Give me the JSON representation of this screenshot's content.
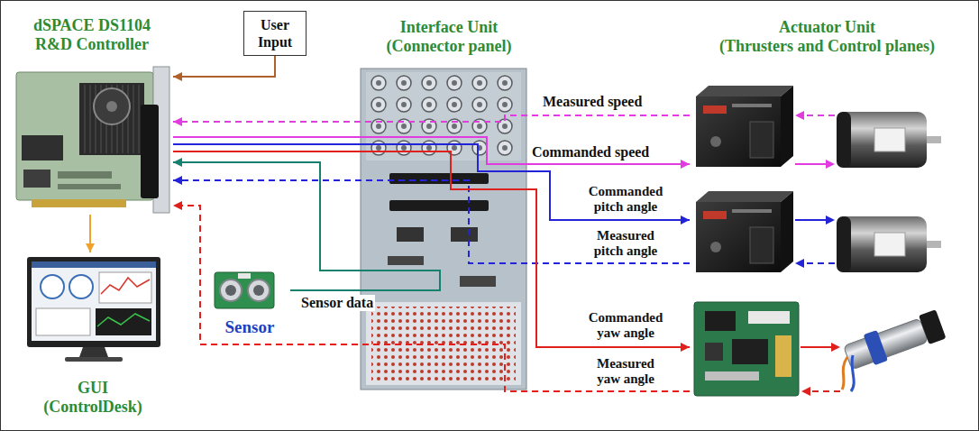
{
  "diagram": {
    "nodes": [
      {
        "text": [
          "dSPACE DS1104 R&D Controller"
        ]
      },
      {
        "text": [
          "User Input"
        ]
      },
      {
        "text": [
          "Interface Unit",
          "(Connector panel)"
        ]
      },
      {
        "text": [
          "Actuator Unit",
          "(Thrusters and Control planes)"
        ]
      },
      {
        "text": [
          "Sensor"
        ]
      },
      {
        "text": [
          "GUI",
          "(ControlDesk)"
        ]
      }
    ],
    "edges": [
      {
        "from": 1,
        "to": 0,
        "arrow": "to"
      },
      {
        "from": 0,
        "to": 5,
        "arrow": "to"
      },
      {
        "from": 3,
        "to": 0,
        "label": "Measured speed",
        "arrow": "to"
      },
      {
        "from": 0,
        "to": 3,
        "label": "Commanded speed",
        "arrow": "to"
      },
      {
        "from": 0,
        "to": 3,
        "label": "Commanded pitch angle",
        "arrow": "to"
      },
      {
        "from": 3,
        "to": 0,
        "label": "Measured pitch angle",
        "arrow": "to"
      },
      {
        "from": 4,
        "to": 0,
        "label": "Sensor data",
        "arrow": "to"
      },
      {
        "from": 0,
        "to": 3,
        "label": "Commanded yaw angle",
        "arrow": "to"
      },
      {
        "from": 3,
        "to": 0,
        "label": "Measured yaw angle",
        "arrow": "to"
      }
    ]
  }
}
